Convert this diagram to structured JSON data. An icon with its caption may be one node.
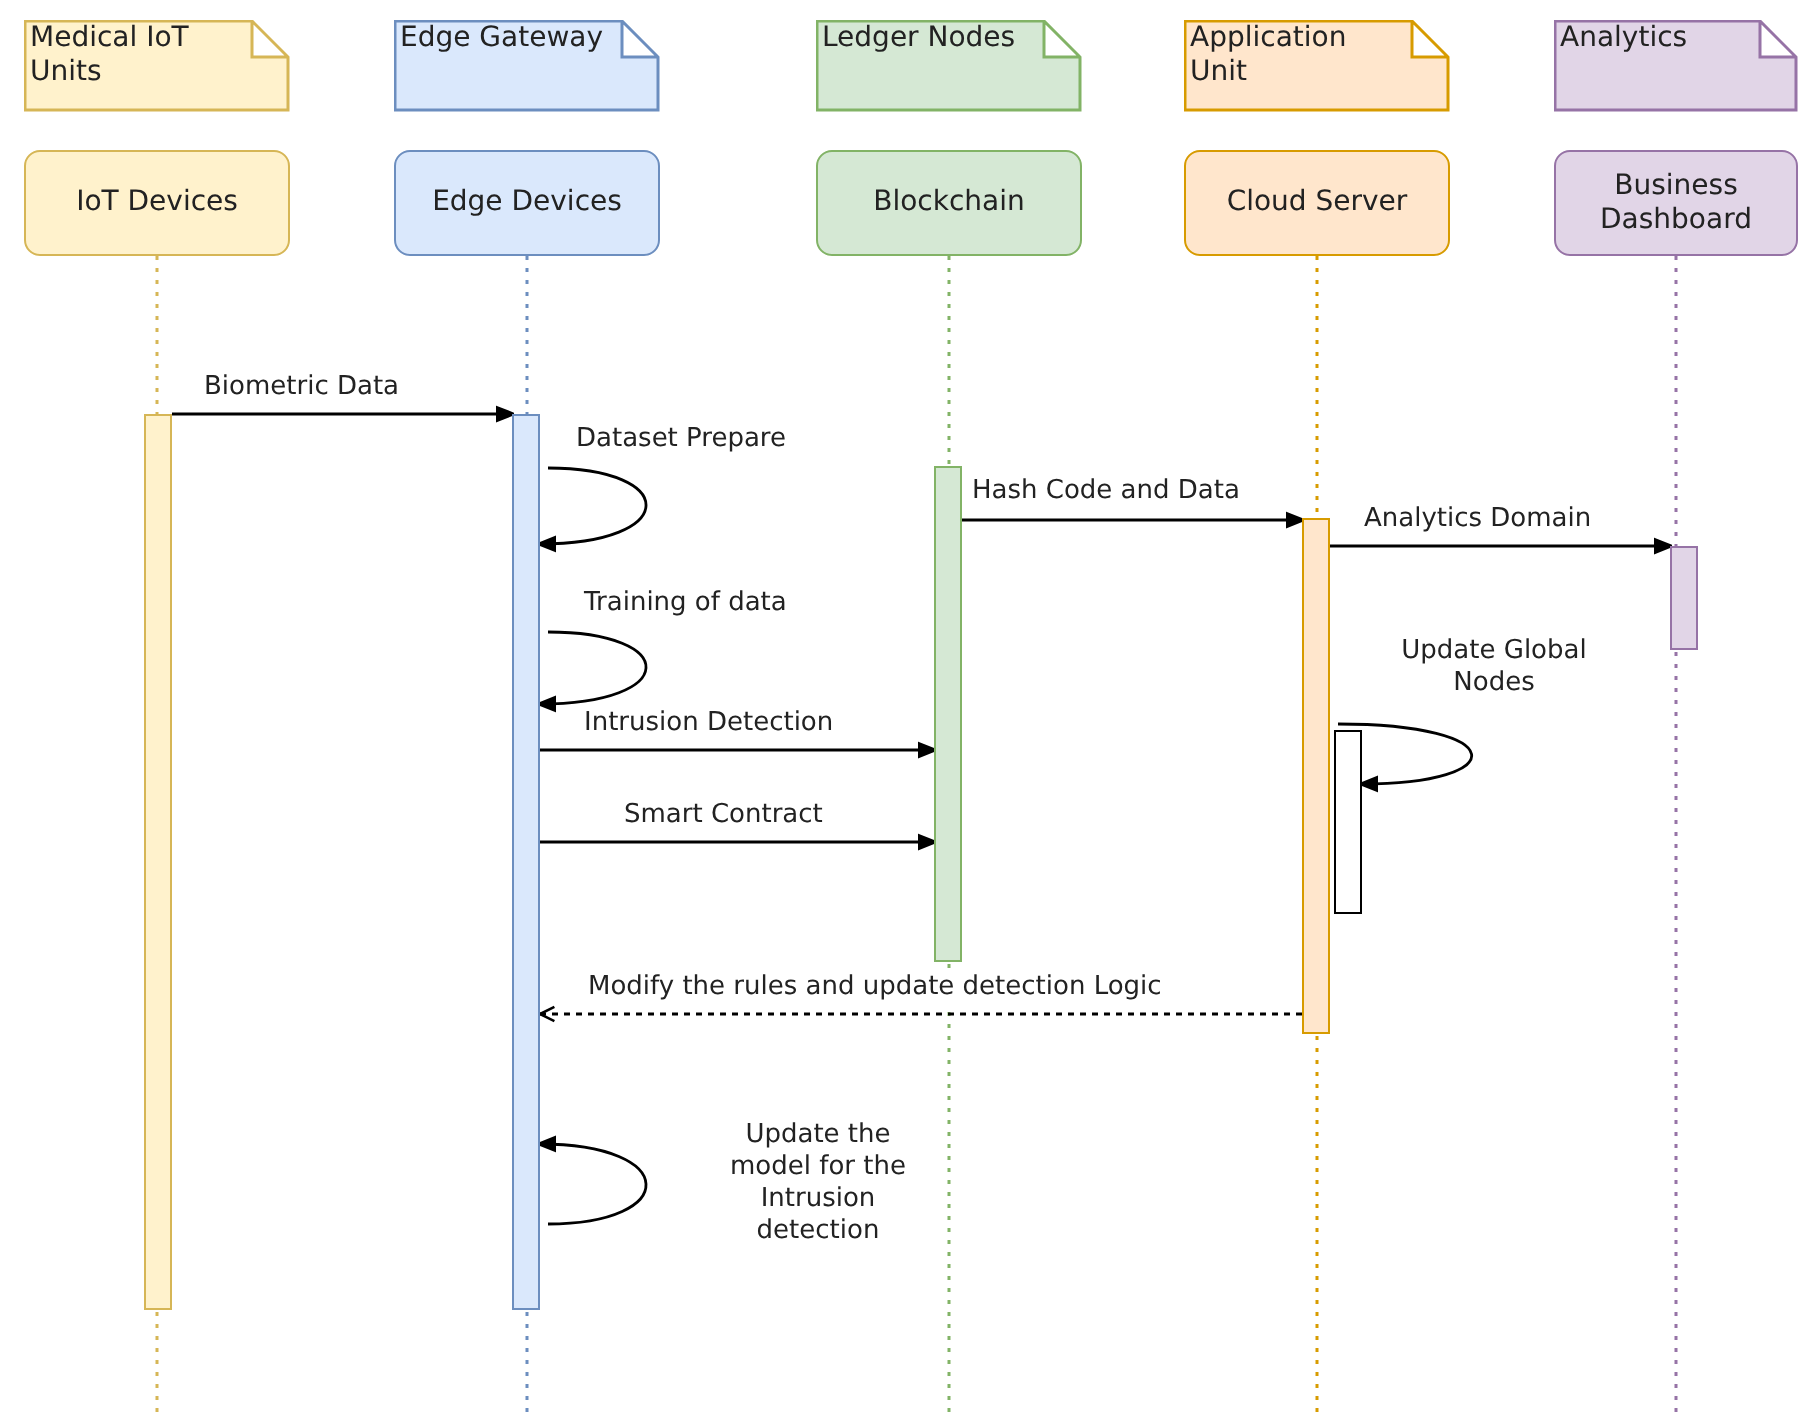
{
  "diagram": {
    "nodes": [
      {
        "text": [
          "Medical IoT Units"
        ]
      },
      {
        "text": [
          "Edge Gateway"
        ]
      },
      {
        "text": [
          "Ledger Nodes"
        ]
      },
      {
        "text": [
          "Application Unit"
        ]
      },
      {
        "text": [
          "Analytics"
        ]
      },
      {
        "text": [
          "IoT Devices"
        ]
      },
      {
        "text": [
          "Edge Devices"
        ]
      },
      {
        "text": [
          "Blockchain"
        ]
      },
      {
        "text": [
          "Cloud Server"
        ]
      },
      {
        "text": [
          "Business Dashboard"
        ]
      },
      {
        "text": [],
        "shape": "bar"
      },
      {
        "text": [],
        "shape": "bar"
      },
      {
        "text": [],
        "shape": "bar"
      },
      {
        "text": [],
        "shape": "bar"
      },
      {
        "text": [],
        "shape": "bar"
      },
      {
        "text": [],
        "shape": "bar"
      }
    ],
    "edges": [
      {
        "from": 5,
        "to": null,
        "arrow": "none",
        "style": "dashed",
        "color": "#d6b656"
      },
      {
        "from": 6,
        "to": null,
        "arrow": "none",
        "style": "dashed",
        "color": "#6c8ebf"
      },
      {
        "from": 7,
        "to": null,
        "arrow": "none",
        "style": "dashed",
        "color": "#82b366"
      },
      {
        "from": 8,
        "to": null,
        "arrow": "none",
        "style": "dashed",
        "color": "#d79b00"
      },
      {
        "from": 9,
        "to": null,
        "arrow": "none",
        "style": "dashed",
        "color": "#9673a6"
      },
      {
        "from": 10,
        "to": 11,
        "arrow": "to",
        "label": "Biometric Data"
      },
      {
        "from": 11,
        "to": 11,
        "arrow": "to",
        "label": "Dataset Prepare"
      },
      {
        "from": 11,
        "to": 11,
        "arrow": "to",
        "label": "Training of data"
      },
      {
        "from": 11,
        "to": 12,
        "arrow": "to",
        "label": "Intrusion Detection"
      },
      {
        "from": 11,
        "to": 12,
        "arrow": "to",
        "label": "Smart Contract"
      },
      {
        "from": 12,
        "to": 13,
        "arrow": "to",
        "label": "Hash Code and Data"
      },
      {
        "from": 13,
        "to": 14,
        "arrow": "to",
        "label": "Analytics Domain"
      },
      {
        "from": 13,
        "to": 15,
        "arrow": "to",
        "label": "Update Global Nodes"
      },
      {
        "from": 13,
        "to": 11,
        "arrow": "to",
        "label": "Modify the rules and update detection Logic",
        "style": "dashed"
      },
      {
        "from": 11,
        "to": 11,
        "arrow": "to",
        "label": "Update the model for the Intrusion detection"
      }
    ]
  }
}
